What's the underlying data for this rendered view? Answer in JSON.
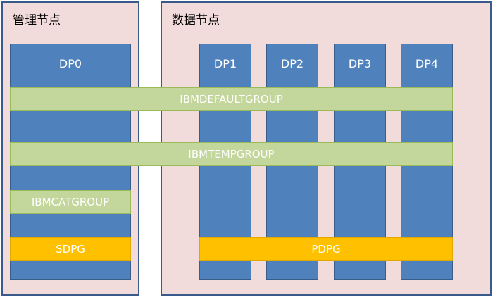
{
  "regions": {
    "management": {
      "title": "管理节点"
    },
    "data": {
      "title": "数据节点"
    }
  },
  "partitions": [
    {
      "label": "DP0"
    },
    {
      "label": "DP1"
    },
    {
      "label": "DP2"
    },
    {
      "label": "DP3"
    },
    {
      "label": "DP4"
    }
  ],
  "groups": {
    "default": "IBMDEFAULTGROUP",
    "temp": "IBMTEMPGROUP",
    "catalog": "IBMCATGROUP",
    "sdpg": "SDPG",
    "pdpg": "PDPG"
  },
  "colors": {
    "region_fill": "#f2dcdb",
    "region_border": "#3a5a8c",
    "partition": "#4f81bd",
    "group_green": "#c3d69b",
    "group_orange": "#ffc000"
  }
}
